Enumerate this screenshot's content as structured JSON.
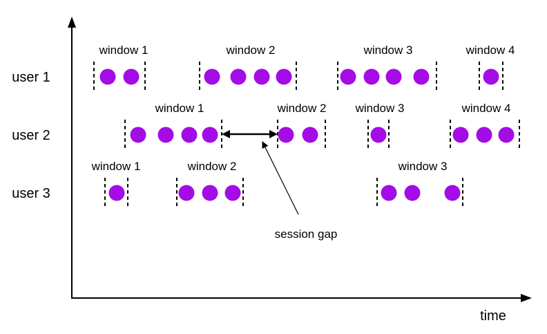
{
  "axis": {
    "x_label": "time"
  },
  "annotation": {
    "session_gap_label": "session gap"
  },
  "colors": {
    "event": "#a40ce6",
    "line": "#000000"
  },
  "rows": [
    {
      "label": "user 1",
      "windows": [
        {
          "label": "window 1",
          "events": 2
        },
        {
          "label": "window 2",
          "events": 4
        },
        {
          "label": "window 3",
          "events": 4
        },
        {
          "label": "window 4",
          "events": 1
        }
      ]
    },
    {
      "label": "user 2",
      "windows": [
        {
          "label": "window 1",
          "events": 4
        },
        {
          "label": "window 2",
          "events": 2
        },
        {
          "label": "window 3",
          "events": 1
        },
        {
          "label": "window 4",
          "events": 3
        }
      ]
    },
    {
      "label": "user 3",
      "windows": [
        {
          "label": "window 1",
          "events": 1
        },
        {
          "label": "window 2",
          "events": 3
        },
        {
          "label": "window 3",
          "events": 3
        }
      ]
    }
  ]
}
